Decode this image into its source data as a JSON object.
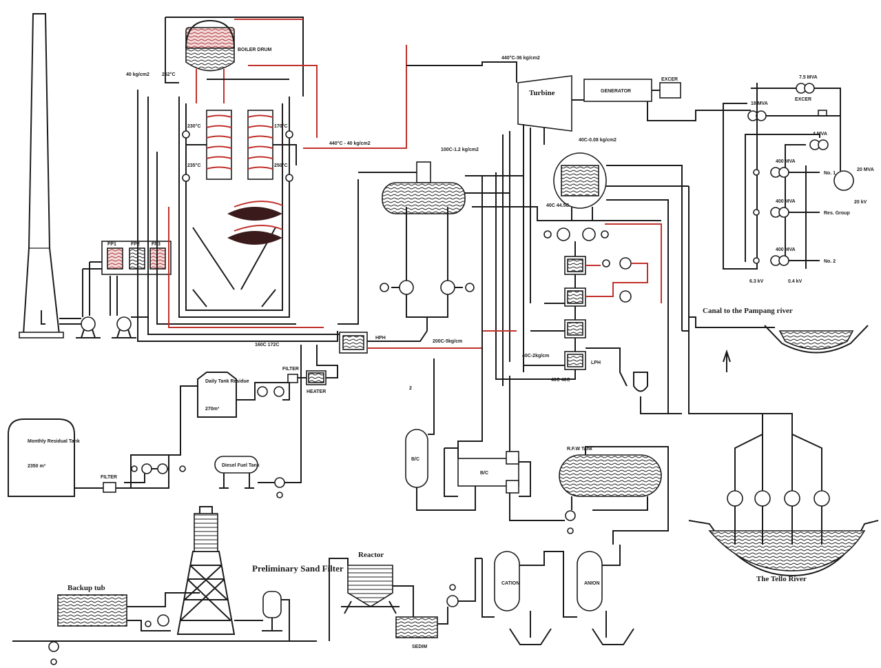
{
  "labels": {
    "boiler_drum": "BOILER DRUM",
    "steam_main": "440°C-36 kg/cm2",
    "steam_boiler": "440°C - 40 kg/cm2",
    "pressure_40": "40 kg/cm2",
    "temp_252": "252°C",
    "turbine": "Turbine",
    "generator": "GENERATOR",
    "exciter": "EXCER",
    "extraction_1": "100C-1.2 kg/cm2",
    "condenser_pressure": "40C-0.08 kg/cm2",
    "feed_temp": "160C 172C",
    "hph": "HPH",
    "hp_heater_temp": "200C-5kg/cm",
    "lph": "LPH",
    "lp_temp": "40C-2kg/cm",
    "cond_temp": "40C 44.5C",
    "cond_out_temp": "40C 40C",
    "dily_tank": "Daily Tank Residue",
    "dily_tank_volume": "270m³",
    "filter": "FILTER",
    "heater": "HEATER",
    "monthly_tank": "Monthly Residual Tank",
    "monthly_tank_volume": "2350 m³",
    "diesel_tank": "Diesel Fuel Tank",
    "canal": "Canal to the Pampang river",
    "tello_river": "The Tello River",
    "backup_tub": "Backup tub",
    "prelim_filter": "Preliminary Sand Filter",
    "reactor": "Reactor",
    "bwc": "B/C",
    "rfw_tank": "R.F.W Tank",
    "sedim": "SEDIM",
    "cation": "CATION",
    "anion": "ANION",
    "mark_2": "2",
    "sw_75": "7.5 MVA",
    "sw_18": "18 MVA",
    "sw_4": "4 MVA",
    "sw_20": "20 MVA",
    "sw_400_1": "400 MVA",
    "sw_400_2": "400 MVA",
    "sw_400_3": "400 MVA",
    "bus_1": "No. 1",
    "bus_res": "Res. Group",
    "bus_2": "No. 2",
    "kv_a": "6.3 kV",
    "kv_b": "0.4 kV",
    "kv_20": "20 kV",
    "exciter2": "EXCER",
    "preheat_1": "230°C",
    "preheat_2": "235°C",
    "preheat_3": "170°C",
    "preheat_4": "250°C",
    "fp_1": "FP1",
    "fp_2": "FP2",
    "fp_3": "FP3"
  }
}
